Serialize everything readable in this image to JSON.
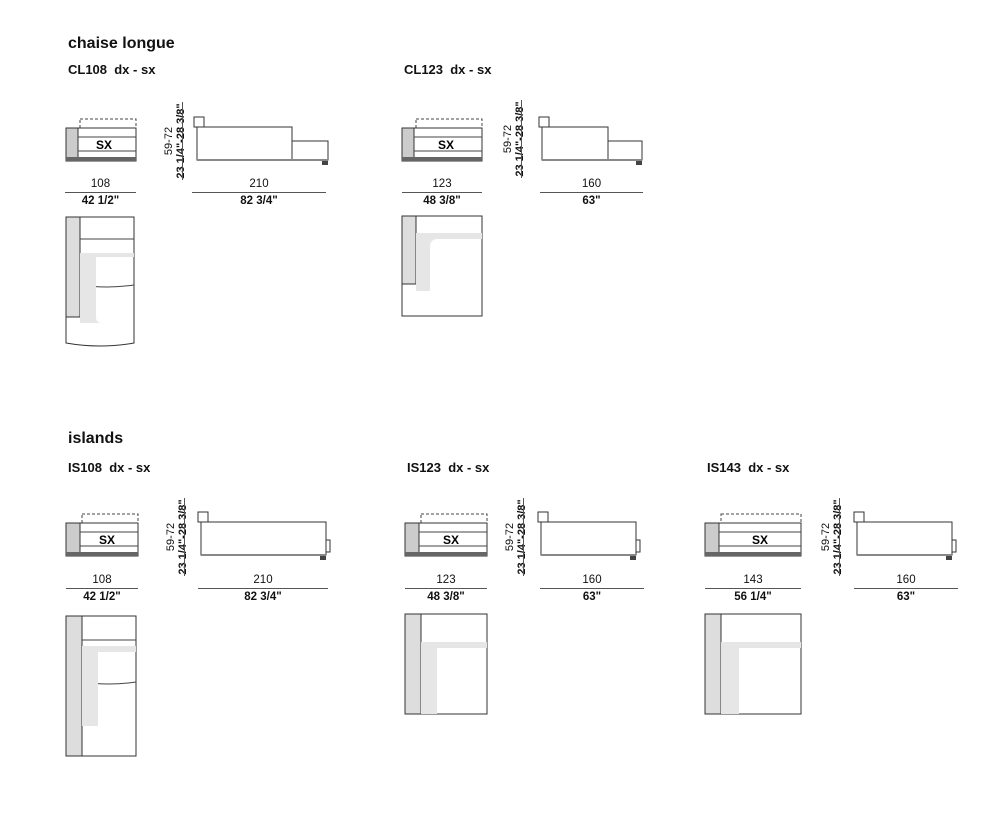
{
  "sections": [
    {
      "title": "chaise longue",
      "models": [
        {
          "name": "CL108  dx - sx",
          "front_label": "SX",
          "width_cm": "108",
          "width_in": "42 1/2\"",
          "length_cm": "210",
          "length_in": "82 3/4\"",
          "height_cm": "59-72",
          "height_in": "23 1/4\"-28 3/8\""
        },
        {
          "name": "CL123  dx - sx",
          "front_label": "SX",
          "width_cm": "123",
          "width_in": "48 3/8\"",
          "length_cm": "160",
          "length_in": "63\"",
          "height_cm": "59-72",
          "height_in": "23 1/4\"-28 3/8\""
        }
      ]
    },
    {
      "title": "islands",
      "models": [
        {
          "name": "IS108  dx - sx",
          "front_label": "SX",
          "width_cm": "108",
          "width_in": "42 1/2\"",
          "length_cm": "210",
          "length_in": "82 3/4\"",
          "height_cm": "59-72",
          "height_in": "23 1/4\"-28 3/8\""
        },
        {
          "name": "IS123  dx - sx",
          "front_label": "SX",
          "width_cm": "123",
          "width_in": "48 3/8\"",
          "length_cm": "160",
          "length_in": "63\"",
          "height_cm": "59-72",
          "height_in": "23 1/4\"-28 3/8\""
        },
        {
          "name": "IS143  dx - sx",
          "front_label": "SX",
          "width_cm": "143",
          "width_in": "56 1/4\"",
          "length_cm": "160",
          "length_in": "63\"",
          "height_cm": "59-72",
          "height_in": "23 1/4\"-28 3/8\""
        }
      ]
    }
  ]
}
